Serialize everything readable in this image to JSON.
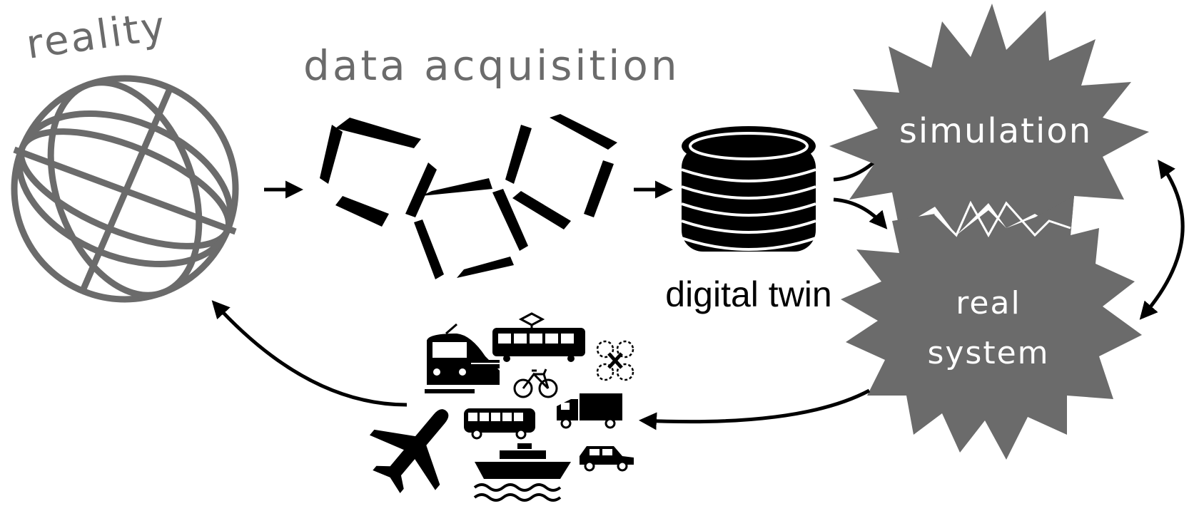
{
  "labels": {
    "reality": "reality",
    "data_acquisition": "data acquisition",
    "digital_twin": "digital twin",
    "simulation": "simulation",
    "real_system_line1": "real",
    "real_system_line2": "system"
  },
  "icons": {
    "reality": "globe-icon",
    "acquisition": "sensor-arcs-icon",
    "database": "database-icon",
    "transport": [
      "train-icon",
      "tram-icon",
      "drone-icon",
      "bicycle-icon",
      "truck-icon",
      "bus-icon",
      "airplane-icon",
      "car-icon",
      "ship-icon"
    ]
  },
  "colors": {
    "gray": "#6b6b6b",
    "black": "#000000",
    "white": "#ffffff"
  }
}
